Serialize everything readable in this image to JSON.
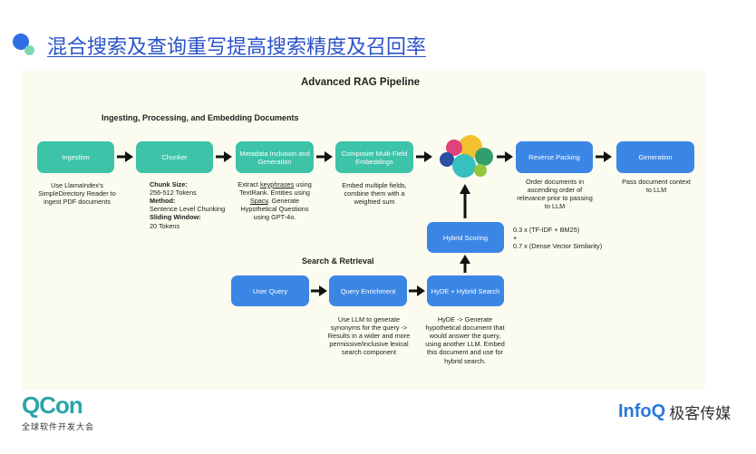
{
  "slide": {
    "title": "混合搜索及查询重写提高搜索精度及召回率"
  },
  "diagram": {
    "title": "Advanced RAG Pipeline",
    "section1_title": "Ingesting, Processing, and Embedding Documents",
    "section2_title": "Search & Retrieval",
    "nodes": {
      "ingestion": "Ingestion",
      "chunker": "Chunker",
      "metadata": "Metadata Inclusion and Generation",
      "composite": "Composite Multi-Field Embeddings",
      "reverse_packing": "Reverse Packing",
      "generation": "Generation",
      "hybrid_scoring": "Hybrid Scoring",
      "user_query": "User Query",
      "query_enrichment": "Query Enrichment",
      "hyde": "HyDE + Hybrid Search"
    },
    "descriptions": {
      "ingestion": "Use LlamaIndex's SimpleDirectory Reader to ingest PDF documents",
      "chunker": {
        "chunk_size_label": "Chunk Size:",
        "chunk_size": "256-512 Tokens",
        "method_label": "Method:",
        "method": "Sentence Level Chunking",
        "sliding_label": "Sliding Window:",
        "sliding": "20 Tokens"
      },
      "metadata": {
        "line1": "Extract ",
        "keyphrases": "keyphrases",
        "line2": " using TextRank. Entities using ",
        "spacy": "Spacy",
        "line3": ". Generate Hypothetical Questions using GPT-4o."
      },
      "composite": "Embed multiple fields, combine them with a weighted sum",
      "reverse_packing": "Order documents in ascending order of relevance prior to passing to LLM",
      "generation": "Pass document context to LLM",
      "hybrid_scoring": {
        "line1": "0.3 x (TF-IDF + BM25)",
        "line2": "+",
        "line3": "0.7 x (Dense Vector Similarity)"
      },
      "query_enrichment": "Use LLM to generate synonyms for the query -> Results in a wider and more permissive/inclusive lexical search component",
      "hyde": "HyDE -> Generate hypothetical document that would answer the query, using another LLM. Embed this document and use for hybrid search."
    }
  },
  "footer": {
    "left_logo": "QCon",
    "left_sub": "全球软件开发大会",
    "right_logo": "InfoQ",
    "right_cn": "极客传媒"
  },
  "colors": {
    "title_blue": "#2b52c8",
    "teal_node": "#3cc3a8",
    "blue_node": "#3b86e5",
    "panel_bg": "#fbfbef"
  }
}
